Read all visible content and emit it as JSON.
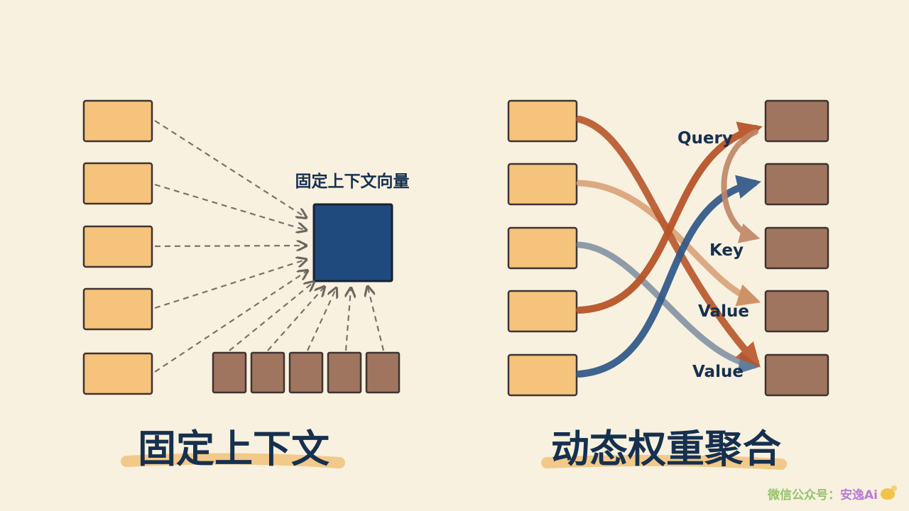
{
  "left_panel": {
    "title": "固定上下文",
    "vector_label": "固定上下文向量"
  },
  "right_panel": {
    "title": "动态权重聚合",
    "labels": {
      "query": "Query",
      "key": "Key",
      "value_1": "Value",
      "value_2": "Value"
    }
  },
  "watermark": {
    "prefix": "微信公众号：",
    "name": "安逸Ai"
  },
  "colors": {
    "background": "#f8f1df",
    "input_box": "#f6c37c",
    "token_box": "#a0755f",
    "context_vector": "#1f4a7d",
    "arrow_rust": "#b8552a",
    "arrow_tan": "#d9a27a",
    "arrow_navy": "#2f5788",
    "title_text": "#16304f",
    "title_highlight": "#f1c27a"
  },
  "icons": [
    "dashed-arrow-icon",
    "curved-arrow-icon",
    "chick-icon"
  ]
}
